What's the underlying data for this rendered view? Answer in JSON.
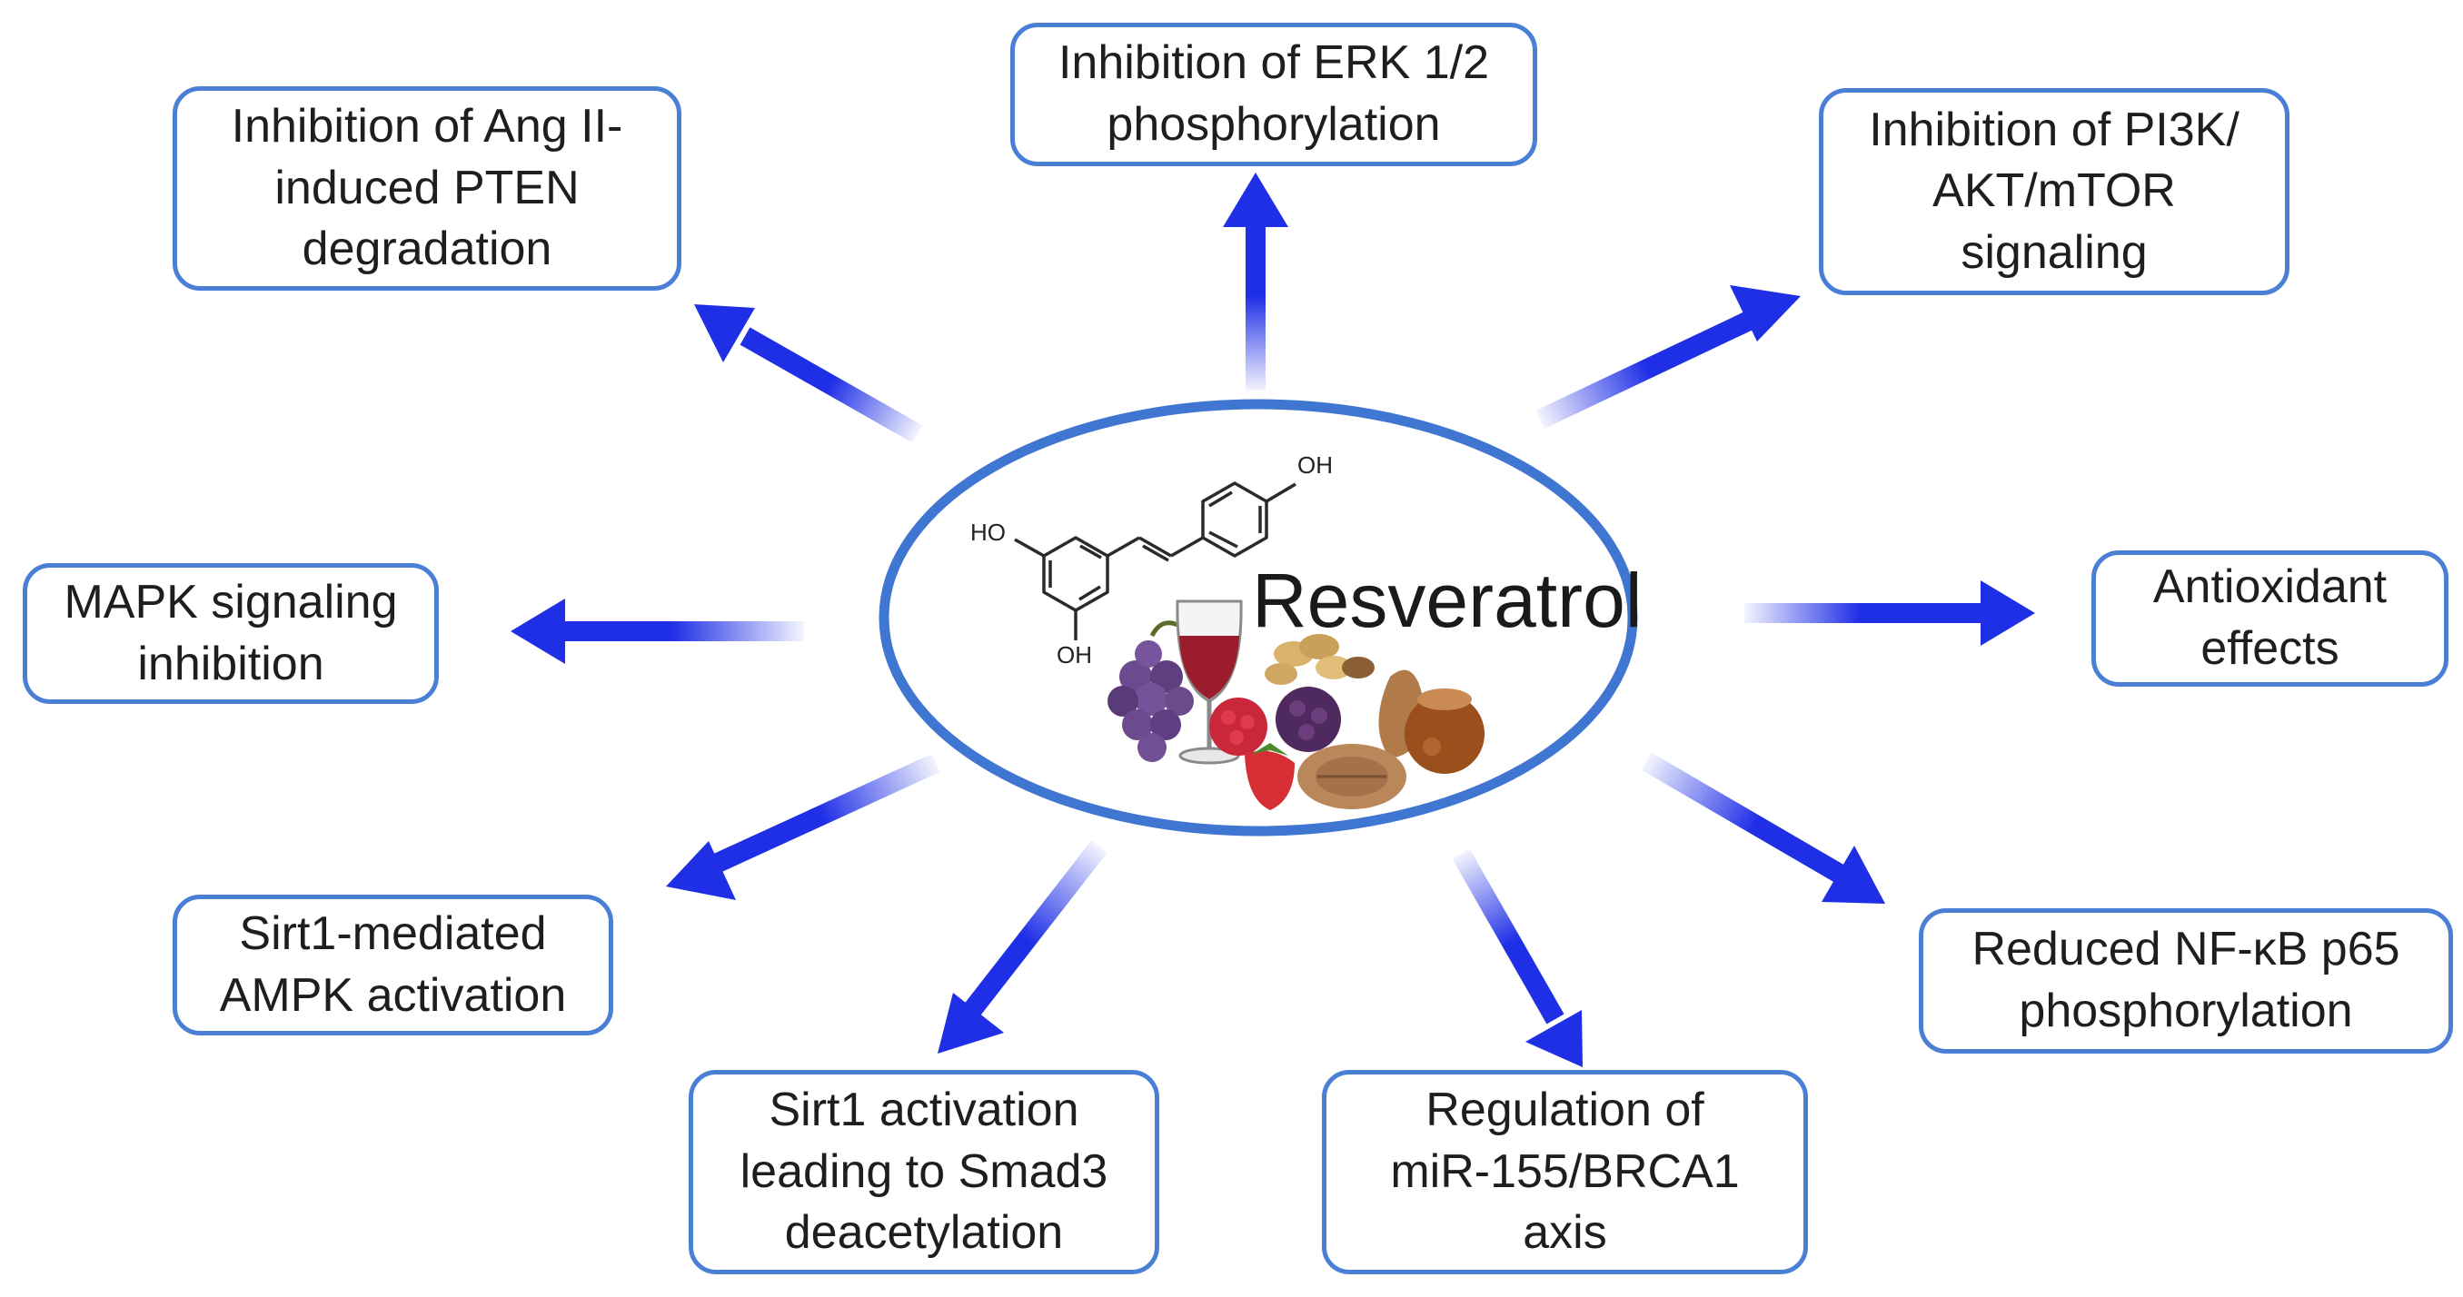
{
  "center": {
    "title": "Resveratrol",
    "oh_top": "OH",
    "oh_left": "HO",
    "oh_bottom": "OH"
  },
  "effects": {
    "ang_ii": [
      "Inhibition of Ang II-",
      "induced PTEN",
      "degradation"
    ],
    "erk": [
      "Inhibition of ERK 1/2",
      "phosphorylation"
    ],
    "pi3k": [
      "Inhibition of PI3K/",
      "AKT/mTOR",
      "signaling"
    ],
    "mapk": [
      "MAPK signaling",
      "inhibition"
    ],
    "antioxidant": [
      "Antioxidant",
      "effects"
    ],
    "ampk": [
      "Sirt1-mediated",
      "AMPK activation"
    ],
    "smad3": [
      "Sirt1 activation",
      "leading to Smad3",
      "deacetylation"
    ],
    "mir155": [
      "Regulation of",
      "miR-155/BRCA1",
      "axis"
    ],
    "nfkb": [
      "Reduced NF-κB p65",
      "phosphorylation"
    ]
  },
  "colors": {
    "arrow": "#1f2fe6",
    "box_border": "#4a7fd6",
    "ellipse_border": "#3f76d2"
  }
}
